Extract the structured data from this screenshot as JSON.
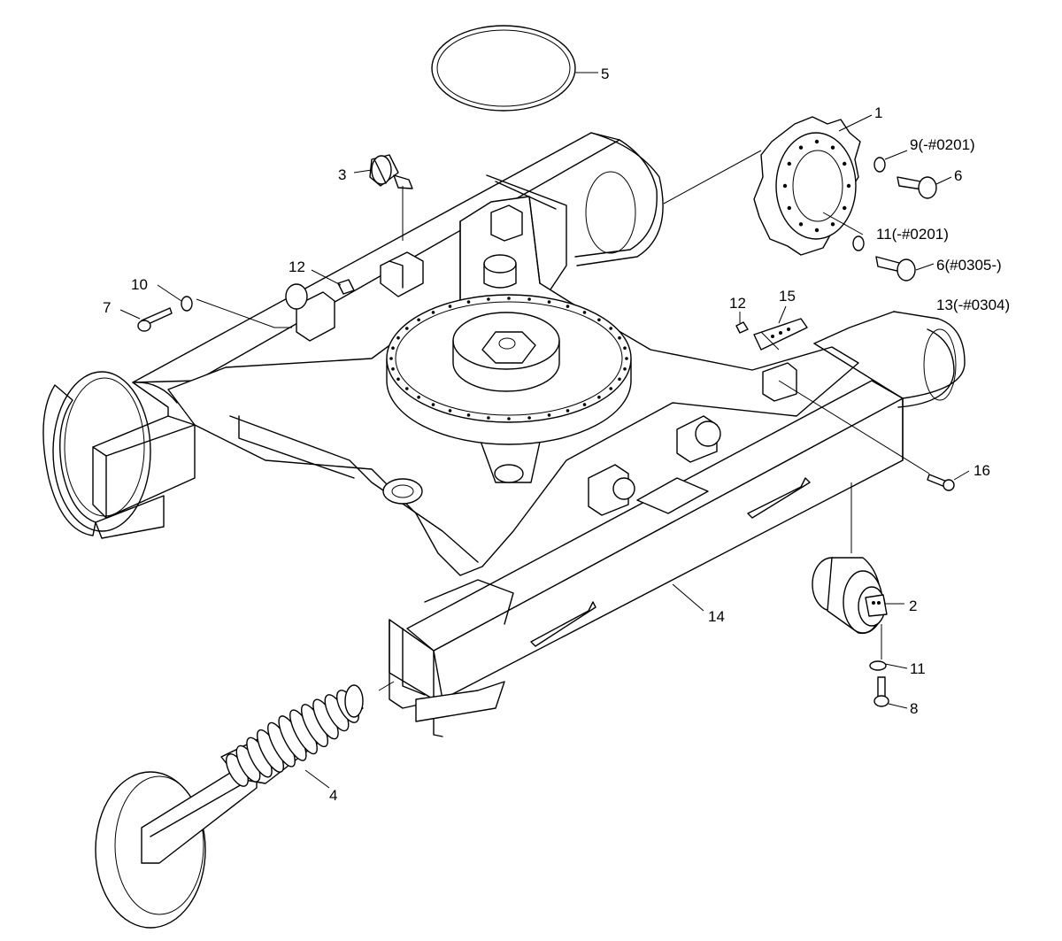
{
  "callouts": {
    "c1": "1",
    "c2": "2",
    "c3": "3",
    "c4": "4",
    "c5": "5",
    "c6a": "6",
    "c6b": "6(#0305-)",
    "c7": "7",
    "c8": "8",
    "c9": "9(-#0201)",
    "c10": "10",
    "c11a": "11(-#0201)",
    "c11b": "11",
    "c12a": "12",
    "c12b": "12",
    "c13": "13(-#0304)",
    "c14": "14",
    "c15": "15",
    "c16": "16"
  }
}
